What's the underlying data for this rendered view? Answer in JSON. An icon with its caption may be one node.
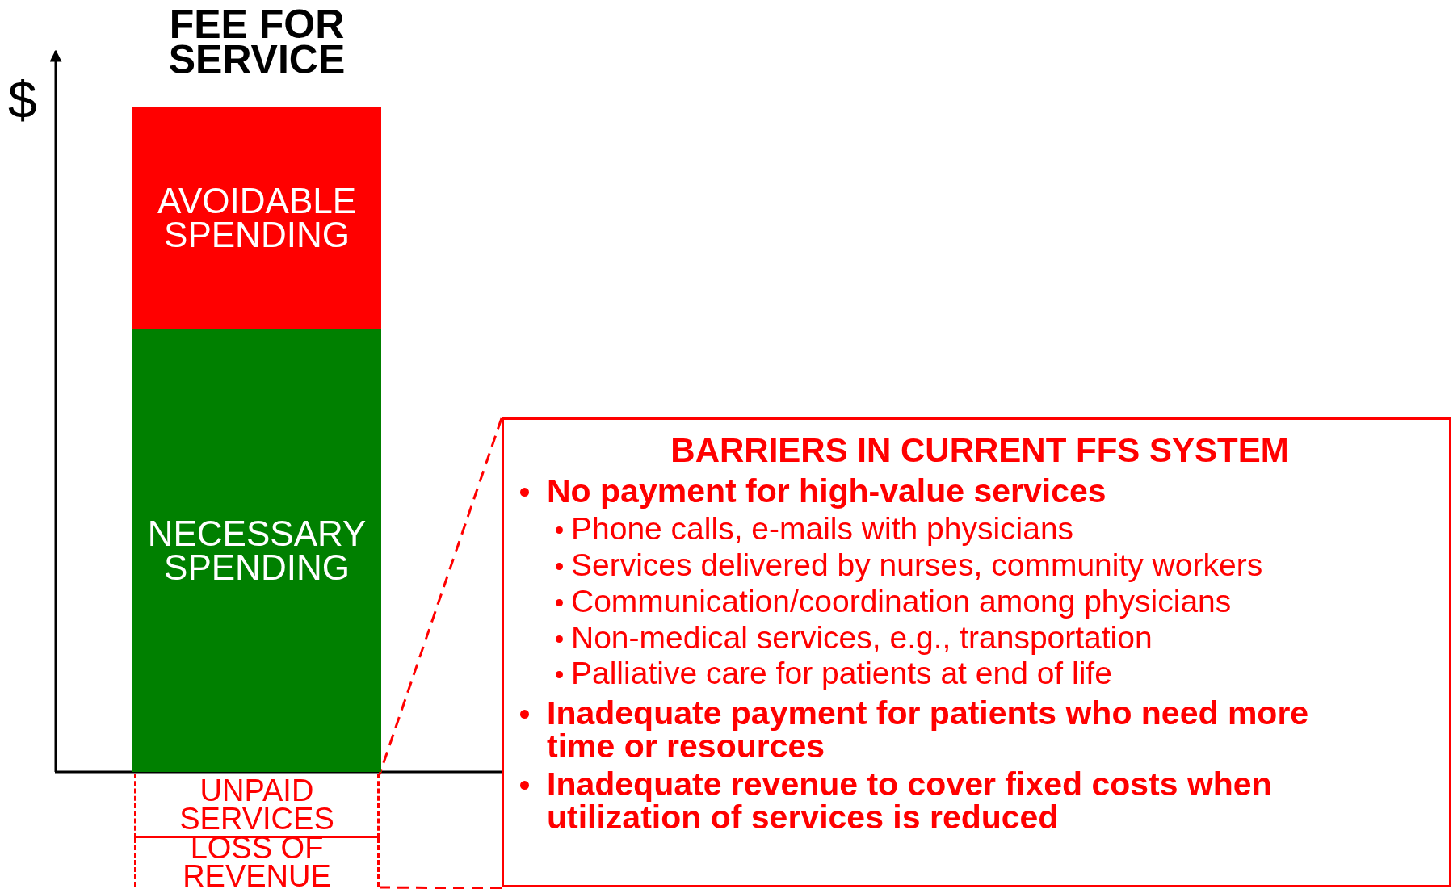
{
  "diagram": {
    "title": "FEE FOR SERVICE",
    "nodes": [
      {
        "text": [
          "AVOIDABLE SPENDING"
        ]
      },
      {
        "text": [
          "NECESSARY SPENDING"
        ]
      },
      {
        "text": [
          "UNPAID SERVICES"
        ]
      },
      {
        "text": [
          "LOSS OF REVENUE"
        ]
      },
      {
        "text": [
          "BARRIERS IN CURRENT FFS SYSTEM",
          "No payment for high-value services",
          "Phone calls, e-mails with physicians",
          "Services delivered by nurses, community workers",
          "Communication/coordination among physicians",
          "Non-medical services, e.g., transportation",
          "Palliative care for patients at end of life",
          "Inadequate payment for patients who need more time or resources",
          "Inadequate revenue to cover fixed costs when utilization of services is reduced"
        ]
      }
    ],
    "edges": [
      {
        "from": 4,
        "to": 2,
        "arrow": "none",
        "style": "dashed"
      },
      {
        "from": 4,
        "to": 3,
        "arrow": "none",
        "style": "dashed"
      }
    ],
    "labels": [
      "$"
    ]
  }
}
